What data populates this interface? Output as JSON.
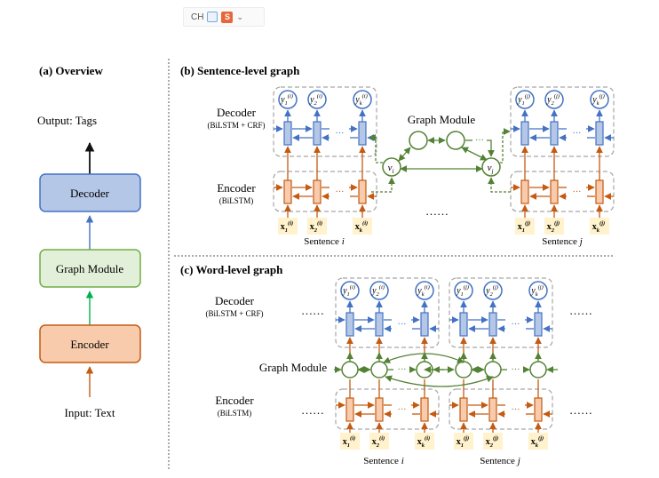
{
  "toolbar": {
    "lang_label": "CH",
    "doc_icon": "document-icon",
    "s_icon": "s-logo-icon",
    "menu_icon": "chevron-down-icon",
    "s_glyph": "S"
  },
  "panel_a": {
    "title": "(a) Overview",
    "output_label": "Output: Tags",
    "decoder_label": "Decoder",
    "graph_module_label": "Graph Module",
    "encoder_label": "Encoder",
    "input_label": "Input: Text"
  },
  "panel_b": {
    "title": "(b) Sentence-level graph",
    "decoder_label": "Decoder",
    "decoder_sub": "(BiLSTM + CRF)",
    "encoder_label": "Encoder",
    "encoder_sub": "(BiLSTM)",
    "graph_module_label": "Graph Module",
    "sentence_i": "Sentence i",
    "sentence_j": "Sentence j",
    "node_vi": "vi",
    "node_vj": "vj",
    "ellipsis": "……"
  },
  "panel_c": {
    "title": "(c) Word-level graph",
    "decoder_label": "Decoder",
    "decoder_sub": "(BiLSTM + CRF)",
    "encoder_label": "Encoder",
    "encoder_sub": "(BiLSTM)",
    "graph_module_label": "Graph Module",
    "sentence_i": "Sentence i",
    "sentence_j": "Sentence j",
    "ellipsis": "……"
  },
  "tokens": {
    "y_base": "y",
    "x_base": "x",
    "sub": [
      "1",
      "2",
      "k"
    ],
    "sup_i": "(i)",
    "sup_j": "(j)",
    "dots": "···"
  },
  "colors": {
    "decoder_fill": "#b4c7e7",
    "decoder_stroke": "#4472c4",
    "graph_fill": "#e2f0d9",
    "graph_stroke": "#70ad47",
    "encoder_fill": "#f8cbad",
    "encoder_stroke": "#c55a11",
    "token_bg": "#fff2cc",
    "green": "#548235",
    "blue": "#4472c4",
    "orange": "#c55a11",
    "dash_box": "#a6a6a6"
  }
}
